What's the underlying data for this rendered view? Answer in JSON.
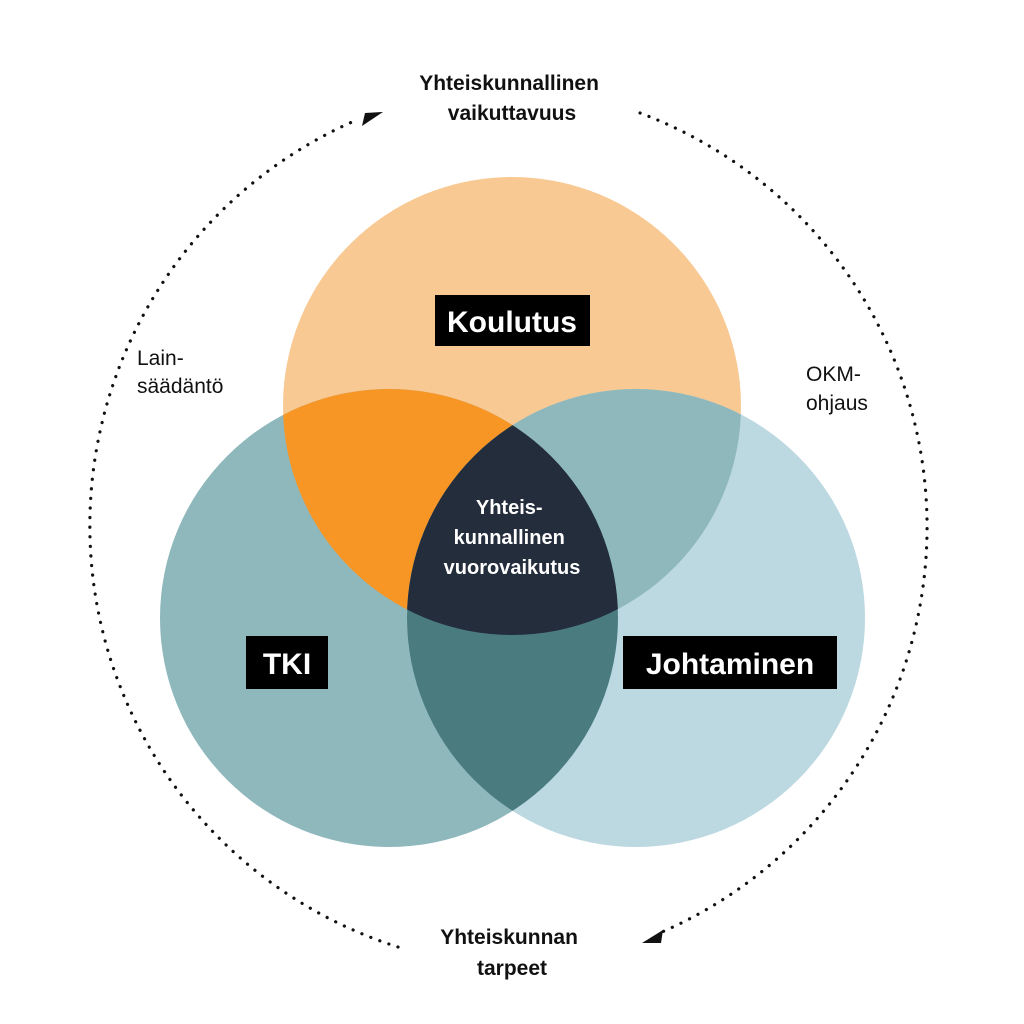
{
  "diagram": {
    "top_label": [
      "Yhteiskunnallinen",
      "vaikuttavuus"
    ],
    "bottom_label": [
      "Yhteiskunnan",
      "tarpeet"
    ],
    "left_label": [
      "Lain-",
      "säädäntö"
    ],
    "right_label": [
      "OKM-",
      "ohjaus"
    ],
    "circles": {
      "koulutus": {
        "label": "Koulutus",
        "color": "#f8c992"
      },
      "tki": {
        "label": "TKI",
        "color": "#8fb8bc"
      },
      "johtaminen": {
        "label": "Johtaminen",
        "color": "#bcd8e1"
      }
    },
    "overlaps": {
      "koulutus_tki": "#f79525",
      "koulutus_johtaminen": "#8fb8bc",
      "tki_johtaminen": "#4a7c7f",
      "center": "#242d3c"
    },
    "center_label": [
      "Yhteis-",
      "kunnallinen",
      "vuorovaikutus"
    ],
    "label_box_color": "#000000"
  }
}
